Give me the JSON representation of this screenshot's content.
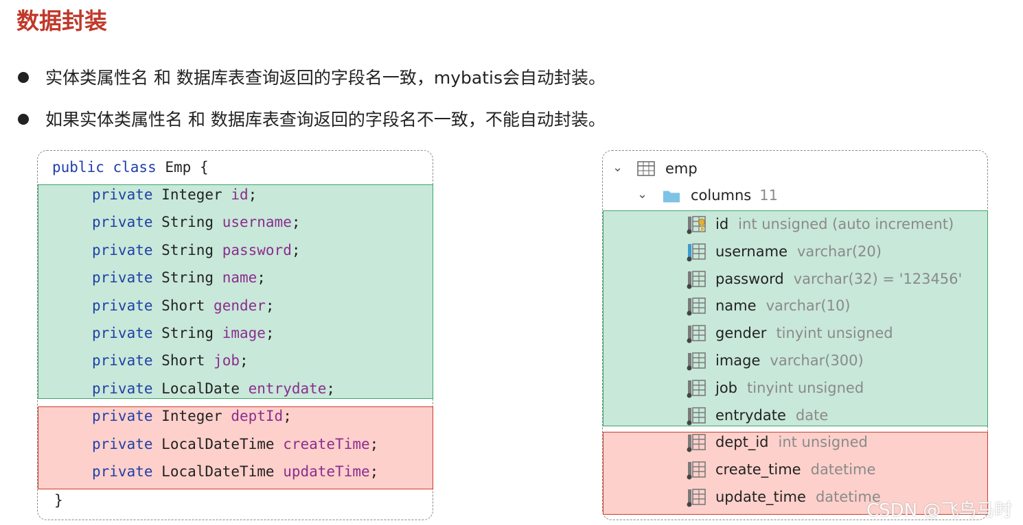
{
  "title": "数据封装",
  "bullets": [
    "实体类属性名 和 数据库表查询返回的字段名一致，mybatis会自动封装。",
    "如果实体类属性名 和 数据库表查询返回的字段名不一致，不能自动封装。"
  ],
  "code": {
    "header_kw": "public class",
    "header_name": "Emp {",
    "closing": "}",
    "fields": [
      {
        "kw": "private",
        "type": "Integer",
        "name": "id",
        "match": true
      },
      {
        "kw": "private",
        "type": "String",
        "name": "username",
        "match": true
      },
      {
        "kw": "private",
        "type": "String",
        "name": "password",
        "match": true
      },
      {
        "kw": "private",
        "type": "String",
        "name": "name",
        "match": true
      },
      {
        "kw": "private",
        "type": "Short",
        "name": "gender",
        "match": true
      },
      {
        "kw": "private",
        "type": "String",
        "name": "image",
        "match": true
      },
      {
        "kw": "private",
        "type": "Short",
        "name": "job",
        "match": true
      },
      {
        "kw": "private",
        "type": "LocalDate",
        "name": "entrydate",
        "match": true
      },
      {
        "kw": "private",
        "type": "Integer",
        "name": "deptId",
        "match": false
      },
      {
        "kw": "private",
        "type": "LocalDateTime",
        "name": "createTime",
        "match": false
      },
      {
        "kw": "private",
        "type": "LocalDateTime",
        "name": "updateTime",
        "match": false
      }
    ]
  },
  "db": {
    "table": "emp",
    "columns_label": "columns",
    "columns_count": "11",
    "columns": [
      {
        "name": "id",
        "type": "int unsigned (auto increment)",
        "match": true,
        "icon": "primary-key-icon"
      },
      {
        "name": "username",
        "type": "varchar(20)",
        "match": true,
        "icon": "unique-column-icon"
      },
      {
        "name": "password",
        "type": "varchar(32) = '123456'",
        "match": true,
        "icon": "column-icon"
      },
      {
        "name": "name",
        "type": "varchar(10)",
        "match": true,
        "icon": "column-icon"
      },
      {
        "name": "gender",
        "type": "tinyint unsigned",
        "match": true,
        "icon": "column-icon"
      },
      {
        "name": "image",
        "type": "varchar(300)",
        "match": true,
        "icon": "column-icon"
      },
      {
        "name": "job",
        "type": "tinyint unsigned",
        "match": true,
        "icon": "column-icon"
      },
      {
        "name": "entrydate",
        "type": "date",
        "match": true,
        "icon": "column-icon"
      },
      {
        "name": "dept_id",
        "type": "int unsigned",
        "match": false,
        "icon": "column-icon"
      },
      {
        "name": "create_time",
        "type": "datetime",
        "match": false,
        "icon": "column-icon"
      },
      {
        "name": "update_time",
        "type": "datetime",
        "match": false,
        "icon": "column-icon"
      }
    ]
  },
  "watermark": "CSDN @飞鸟马时",
  "colors": {
    "match": "#c8e8d9",
    "mismatch": "#fdd0cb",
    "title": "#c0392b"
  }
}
